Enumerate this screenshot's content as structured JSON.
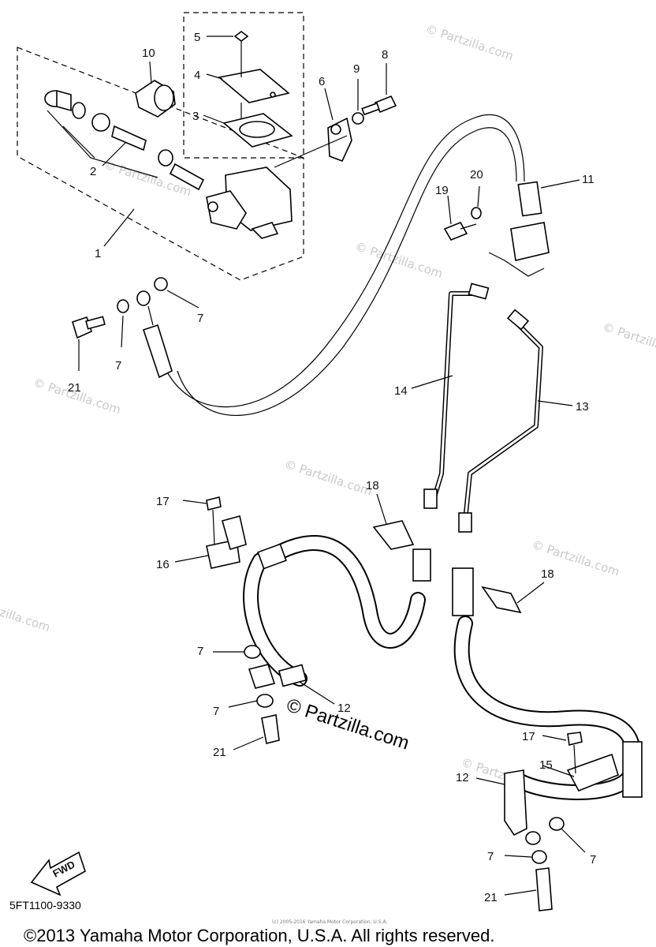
{
  "watermark": {
    "text": "© Partzilla.com"
  },
  "center_watermark": {
    "text": "© Partzilla.com"
  },
  "callouts": {
    "c1": "1",
    "c2": "2",
    "c3": "3",
    "c4": "4",
    "c5": "5",
    "c6": "6",
    "c7": "7",
    "c8": "8",
    "c9": "9",
    "c10": "10",
    "c11": "11",
    "c12": "12",
    "c13": "13",
    "c14": "14",
    "c15": "15",
    "c16": "16",
    "c17": "17",
    "c18": "18",
    "c19": "19",
    "c20": "20",
    "c21": "21"
  },
  "fwd_label": "FWD",
  "diagram_code": "5FT1100-9330",
  "copyright": "©2013 Yamaha Motor Corporation, U.S.A. All rights reserved.",
  "fine_print": "(c) 2005-2016 Yamaha Motor Corporation, U.S.A."
}
